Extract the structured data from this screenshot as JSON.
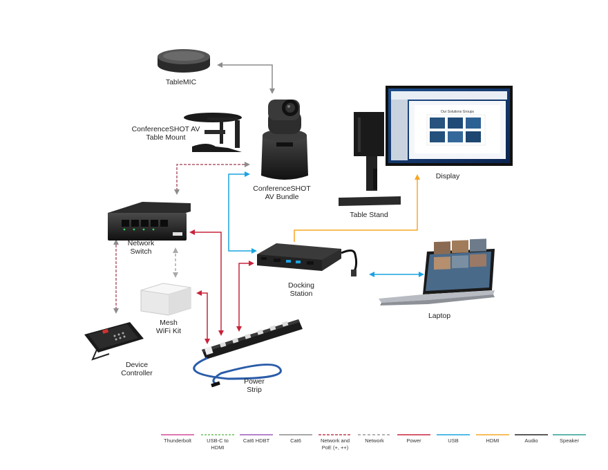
{
  "devices": {
    "tablemic": "TableMIC",
    "mount": [
      "ConferenceSHOT AV",
      "Table Mount"
    ],
    "camera": [
      "ConferenceSHOT",
      "AV Bundle"
    ],
    "display": "Display",
    "table_stand": "Table Stand",
    "network_switch": [
      "Network",
      "Switch"
    ],
    "docking_station": [
      "Docking",
      "Station"
    ],
    "laptop": "Laptop",
    "mesh": [
      "Mesh",
      "WiFi Kit"
    ],
    "controller": [
      "Device",
      "Controller"
    ],
    "power_strip": [
      "Power",
      "Strip"
    ]
  },
  "screen": {
    "title": "Our Solutions Groups"
  },
  "legend": [
    {
      "label": [
        "Thunderbolt"
      ],
      "color": "#d24a9a",
      "style": "solid"
    },
    {
      "label": [
        "USB-C to",
        "HDMI"
      ],
      "color": "#6bbf59",
      "style": "mixed"
    },
    {
      "label": [
        "Cat6 HDBT"
      ],
      "color": "#9b59b6",
      "style": "solid"
    },
    {
      "label": [
        "Cat6"
      ],
      "color": "#8a8a8a",
      "style": "solid"
    },
    {
      "label": [
        "Network and",
        "PoE (+, ++)"
      ],
      "color": "#c0394b",
      "style": "dashed"
    },
    {
      "label": [
        "Network"
      ],
      "color": "#9a9a9a",
      "style": "dashed"
    },
    {
      "label": [
        "Power"
      ],
      "color": "#c8233a",
      "style": "solid"
    },
    {
      "label": [
        "USB"
      ],
      "color": "#1aa3e0",
      "style": "solid"
    },
    {
      "label": [
        "HDMI"
      ],
      "color": "#f6a623",
      "style": "solid"
    },
    {
      "label": [
        "Audio"
      ],
      "color": "#222222",
      "style": "solid"
    },
    {
      "label": [
        "Speaker"
      ],
      "color": "#2a9d8f",
      "style": "solid"
    }
  ],
  "colors": {
    "audio_link": "#8c8c8c",
    "poe": "#b05a6a",
    "usb": "#1aa3e0",
    "hdmi": "#f6a623",
    "power": "#c8233a",
    "network": "#aaaaaa"
  }
}
